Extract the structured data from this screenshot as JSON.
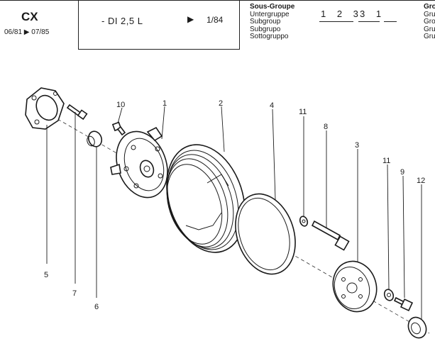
{
  "header": {
    "model": "CX",
    "dates": "06/81 ▶ 07/85",
    "engine": "- DI 2,5 L",
    "arrow": "▶",
    "page": "1/84",
    "subgroup_labels": [
      "Sous-Groupe",
      "Untergruppe",
      "Subgroup",
      "Subgrupo",
      "Sottogruppo"
    ],
    "subgroup_code_a": "1 2 3",
    "subgroup_code_b": "3 1",
    "group_labels": [
      "Gro",
      "Gru",
      "Gro",
      "Gru",
      "Gru"
    ]
  },
  "callouts": [
    "1",
    "2",
    "3",
    "4",
    "5",
    "6",
    "7",
    "8",
    "9",
    "10",
    "11",
    "11",
    "12"
  ]
}
